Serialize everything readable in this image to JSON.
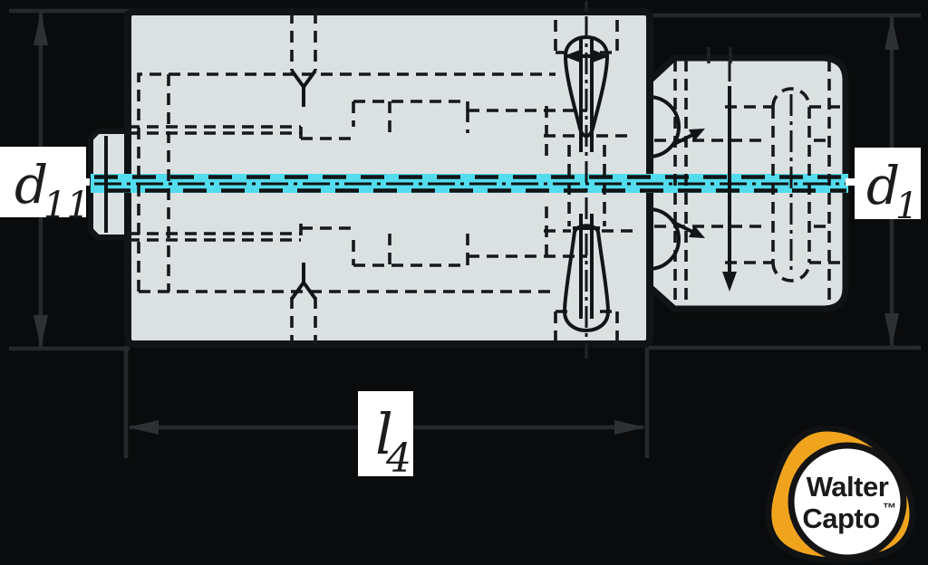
{
  "labels": {
    "d11": {
      "base": "d",
      "sub": "11"
    },
    "d1": {
      "base": "d",
      "sub": "1"
    },
    "l4": {
      "base": "l",
      "sub": "4"
    }
  },
  "logo": {
    "line1": "Walter",
    "line2": "Capto",
    "tm": "™"
  },
  "colors": {
    "background": "#0a0b0c",
    "body_fill": "#dbe1e0",
    "outline": "#111416",
    "hidden_line": "#15181a",
    "centerline_cyan": "#53dced",
    "dimension_gray": "#26292c",
    "arrow_gray": "#2e3134",
    "label_bg": "#ffffff",
    "label_text": "#1a1c1e",
    "logo_orange": "#F0A41E"
  }
}
